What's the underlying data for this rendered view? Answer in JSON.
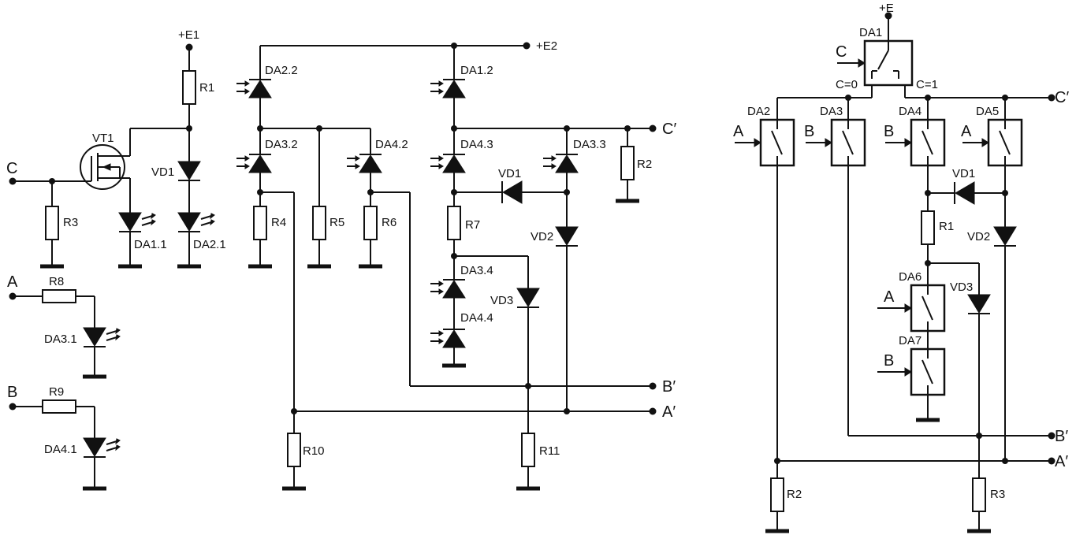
{
  "labels": {
    "plus_e1": "+E1",
    "plus_e2": "+E2",
    "plus_e": "+E",
    "c_in": "C",
    "a_in": "A",
    "b_in": "B",
    "c_out": "C′",
    "b_out": "B′",
    "a_out": "A′",
    "vt1": "VT1",
    "r1": "R1",
    "r2": "R2",
    "r3": "R3",
    "r4": "R4",
    "r5": "R5",
    "r6": "R6",
    "r7": "R7",
    "r8": "R8",
    "r9": "R9",
    "r10": "R10",
    "r11": "R11",
    "vd1": "VD1",
    "vd2": "VD2",
    "vd3": "VD3",
    "da1_1": "DA1.1",
    "da2_1": "DA2.1",
    "da3_1": "DA3.1",
    "da4_1": "DA4.1",
    "da2_2": "DA2.2",
    "da3_2": "DA3.2",
    "da4_2": "DA4.2",
    "da1_2": "DA1.2",
    "da4_3": "DA4.3",
    "da3_3": "DA3.3",
    "da3_4": "DA3.4",
    "da4_4": "DA4.4",
    "da1": "DA1",
    "da2": "DA2",
    "da3": "DA3",
    "da4": "DA4",
    "da5": "DA5",
    "da6": "DA6",
    "da7": "DA7",
    "c_eq_0": "C=0",
    "c_eq_1": "C=1"
  },
  "colors": {
    "ink": "#111111",
    "background": "#ffffff"
  }
}
